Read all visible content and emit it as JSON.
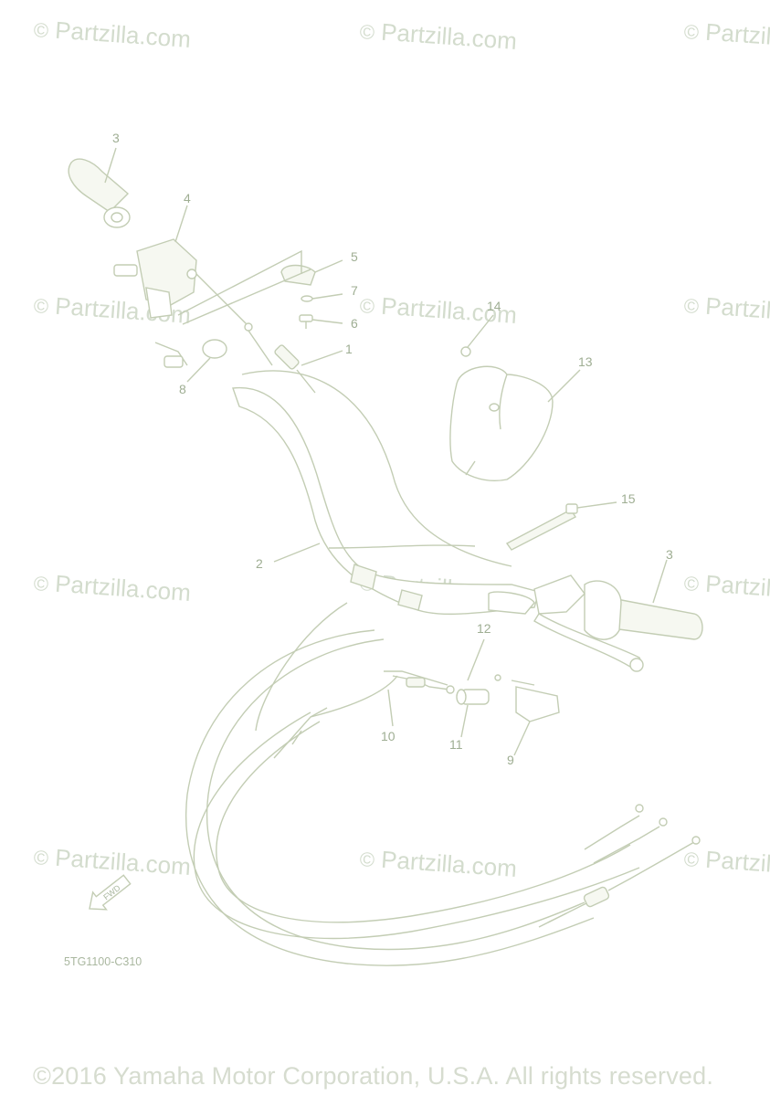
{
  "watermark": {
    "text": "Partzilla.com",
    "symbol": "©"
  },
  "callouts": {
    "c1": "1",
    "c2": "2",
    "c3a": "3",
    "c3b": "3",
    "c4": "4",
    "c5": "5",
    "c6": "6",
    "c7": "7",
    "c8": "8",
    "c9": "9",
    "c10": "10",
    "c11": "11",
    "c12": "12",
    "c13": "13",
    "c14": "14",
    "c15": "15"
  },
  "fwd_label": "FWD",
  "diagram_code": "5TG1100-C310",
  "copyright": "©2016 Yamaha Motor Corporation, U.S.A. All rights reserved.",
  "colors": {
    "line": "#c3cdb4",
    "watermark": "#d3dccd",
    "text": "#9fae93"
  }
}
